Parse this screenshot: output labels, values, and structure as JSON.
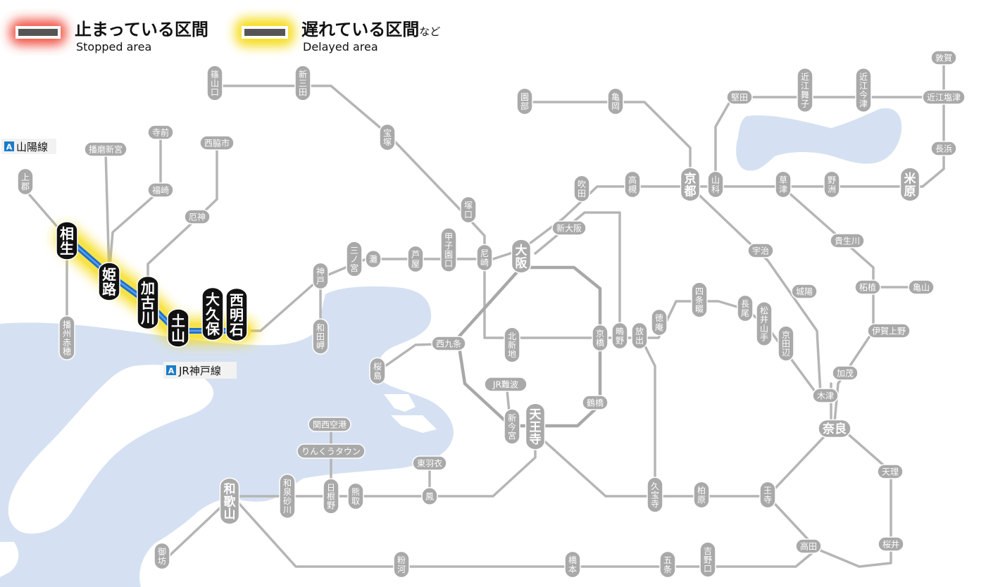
{
  "legend": {
    "stopped_ja": "止まっている区間",
    "stopped_en": "Stopped area",
    "delayed_ja": "遅れている区間",
    "delayed_ja_suffix": "など",
    "delayed_en": "Delayed area",
    "stopped_color": "#ee3322",
    "delayed_color": "#f5d800"
  },
  "line_badges": {
    "sanyo": "山陽線",
    "jr_kobe": "JR神戸線",
    "badge_letter": "A",
    "badge_color": "#1b7cc8"
  },
  "colors": {
    "water": "#d5e1f2",
    "track": "#b5b5b5",
    "loop_track": "#a8a8a8",
    "station_gray": "#a9a9a9",
    "highlight_line": "#1c6fd0",
    "highlight_station": "#111111"
  },
  "delayed_section": {
    "line": "JR神戸線・山陽線",
    "status": "delayed",
    "stations": [
      "相生",
      "姫路",
      "加古川",
      "土山",
      "大久保",
      "西明石"
    ]
  },
  "stations": {
    "aioi": "相生",
    "himeji": "姫路",
    "kakogawa": "加古川",
    "tsuchiyama": "土山",
    "okubo": "大久保",
    "nishiakashi": "西明石",
    "kamigori": "上郡",
    "harima_shingu": "播磨新宮",
    "teramae": "寺前",
    "fukusaki": "福崎",
    "nishiwakishi": "西脇市",
    "yashiro": "厄神",
    "banshu_ako": "播州赤穂",
    "sasayamaguchi": "篠山口",
    "shinsanda": "新三田",
    "takarazuka": "宝塚",
    "tsukaguchi": "塚口",
    "amagasaki": "尼崎",
    "koshienguchi": "甲子園口",
    "ashiya": "芦屋",
    "nada": "灘",
    "sannomiya": "三ノ宮",
    "kobe": "神戸",
    "wadamisaki": "和田岬",
    "osaka": "大阪",
    "shin_osaka": "新大阪",
    "suita": "吹田",
    "takatsuki": "高槻",
    "kyoto": "京都",
    "yamashina": "山科",
    "kusatsu": "草津",
    "yasu": "野洲",
    "maibara": "米原",
    "nagahama": "長浜",
    "tsuruga": "敦賀",
    "omi_shiotsu": "近江塩津",
    "omi_imazu": "近江今津",
    "omi_maiko": "近江舞子",
    "katata": "堅田",
    "sonobe": "園部",
    "kameoka": "亀岡",
    "uji": "宇治",
    "joyo": "城陽",
    "kizu": "木津",
    "kamo": "加茂",
    "iga_ueno": "伊賀上野",
    "tsuge": "柘植",
    "kameyama": "亀山",
    "kibukawa": "貴生川",
    "nara": "奈良",
    "tenri": "天理",
    "sakurai": "桜井",
    "takada": "高田",
    "oji": "王寺",
    "kashiwara": "柏原",
    "kyuhoji": "久宝寺",
    "tennoji": "天王寺",
    "shin_imamiya": "新今宮",
    "jr_namba": "JR難波",
    "tsuruhashi": "鶴橋",
    "kyobashi": "京橋",
    "nishikujo": "西九条",
    "sakurajima": "桜島",
    "kitashinchi": "北新地",
    "shigino": "鴫野",
    "hanaten": "放出",
    "tokuan": "徳庵",
    "shijonawate": "四条畷",
    "nagao": "長尾",
    "matsuiyamate": "松井山手",
    "kyotanabe": "京田辺",
    "kansai_airport": "関西空港",
    "rinku_town": "りんくうタウン",
    "hineno": "日根野",
    "kumatori": "熊取",
    "izumi_sunagawa": "和泉砂川",
    "wakayama": "和歌山",
    "gobo": "御坊",
    "higashi_hagoromo": "東羽衣",
    "otori": "鳳",
    "konokawa": "粉河",
    "hashimoto": "橋本",
    "gojo": "五条",
    "yoshinoguchi": "吉野口"
  }
}
